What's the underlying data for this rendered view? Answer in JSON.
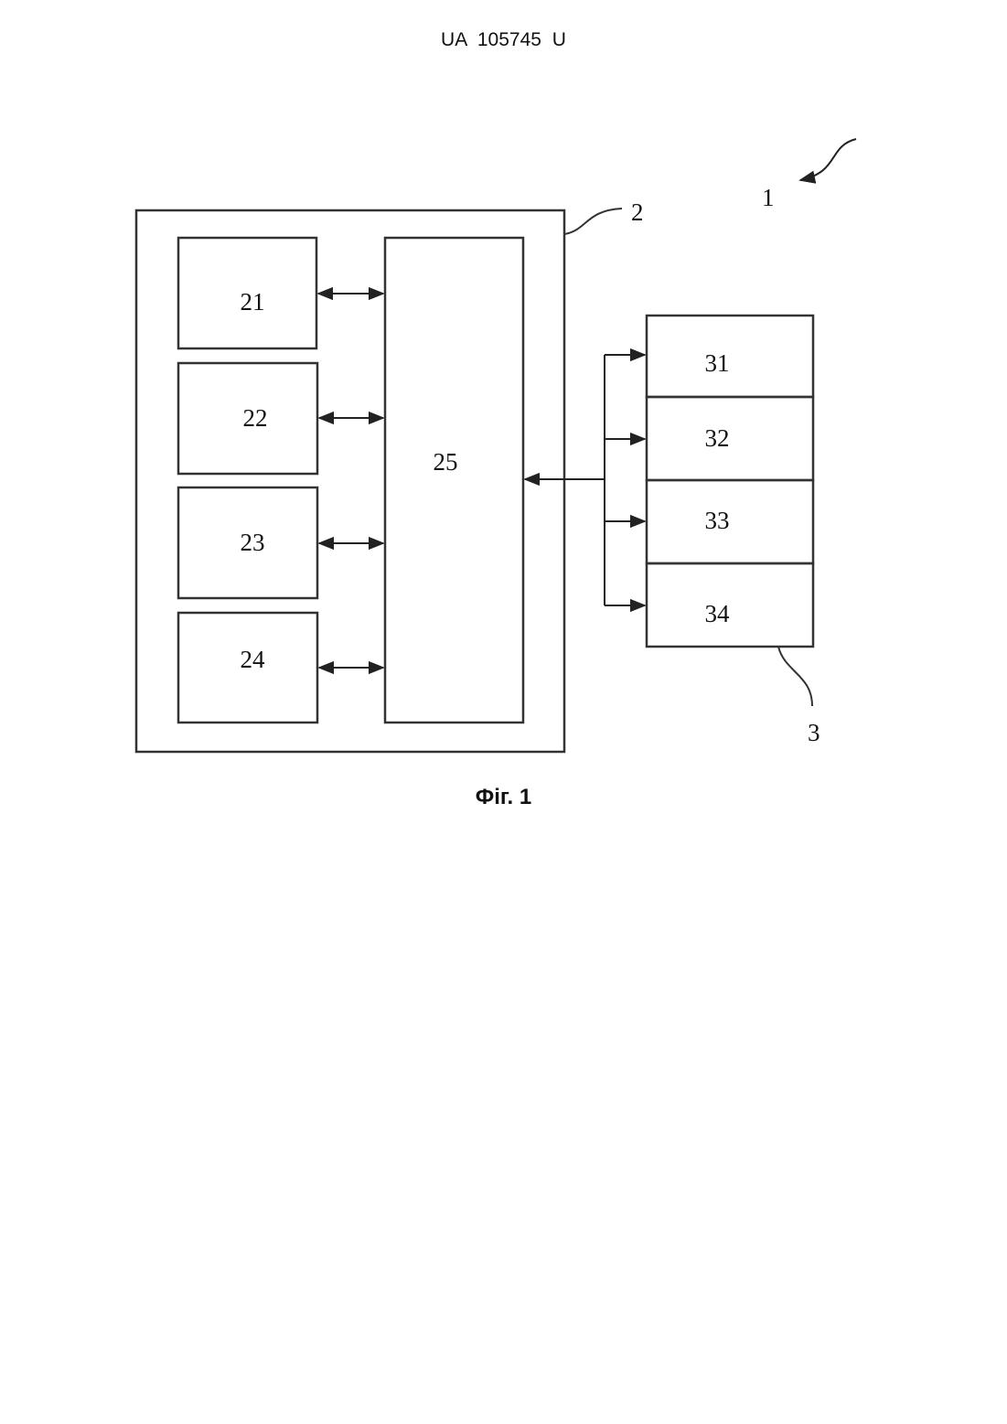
{
  "header": {
    "doc_number": "UA   105745   U"
  },
  "figure": {
    "refs": {
      "system": "1",
      "unit_main": "2",
      "unit_side": "3"
    },
    "blocks": {
      "b21": "21",
      "b22": "22",
      "b23": "23",
      "b24": "24",
      "b25": "25",
      "b31": "31",
      "b32": "32",
      "b33": "33",
      "b34": "34"
    },
    "caption": "Фіг. 1"
  }
}
